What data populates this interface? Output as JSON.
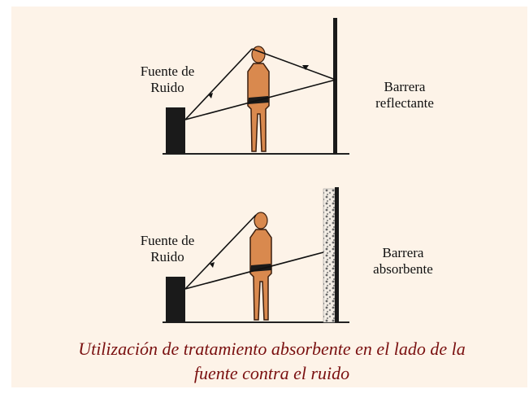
{
  "top": {
    "source_label": [
      "Fuente de",
      "Ruido"
    ],
    "barrier_label": [
      "Barrera",
      "reflectante"
    ]
  },
  "bottom": {
    "source_label": [
      "Fuente de",
      "Ruido"
    ],
    "barrier_label": [
      "Barrera",
      "absorbente"
    ]
  },
  "caption": [
    "Utilización de tratamiento absorbente en el lado de la",
    "fuente contra el ruido"
  ],
  "colors": {
    "panel": "#fdf3e8",
    "person": "#d9894e",
    "caption": "#7a1010",
    "ink": "#111111"
  }
}
